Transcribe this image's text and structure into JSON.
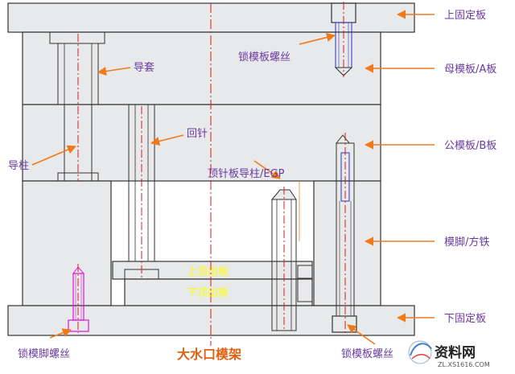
{
  "title": "大水口模架",
  "labels": {
    "top_clamp_plate": "上固定板",
    "a_plate": "母模板/A板",
    "b_plate": "公模板/B板",
    "support_block": "模脚/方铁",
    "bottom_clamp_plate": "下固定板",
    "guide_bushing": "导套",
    "guide_pillar": "导柱",
    "return_pin": "回针",
    "egp": "顶针板导柱/EGP",
    "upper_ejector_plate": "上顶出板",
    "lower_ejector_plate": "下顶出板",
    "lock_screw_top": "锁模板螺丝",
    "lock_screw_bottom": "锁模板螺丝",
    "foot_screw": "锁模脚螺丝"
  },
  "watermark": {
    "brand": "资料网",
    "url": "ZL.XS1616.COM"
  },
  "colors": {
    "outline": "#333333",
    "plate_fill": "#e8e9ea",
    "centerline": "#d02020",
    "arrow": "#f07a1a",
    "label_text": "#6a3aa0",
    "title_text": "#e06010",
    "ejector_text": "#ffff00",
    "screw_magenta": "#e010e0",
    "screw_blue": "#3030c0",
    "orange_line": "#f08020"
  }
}
